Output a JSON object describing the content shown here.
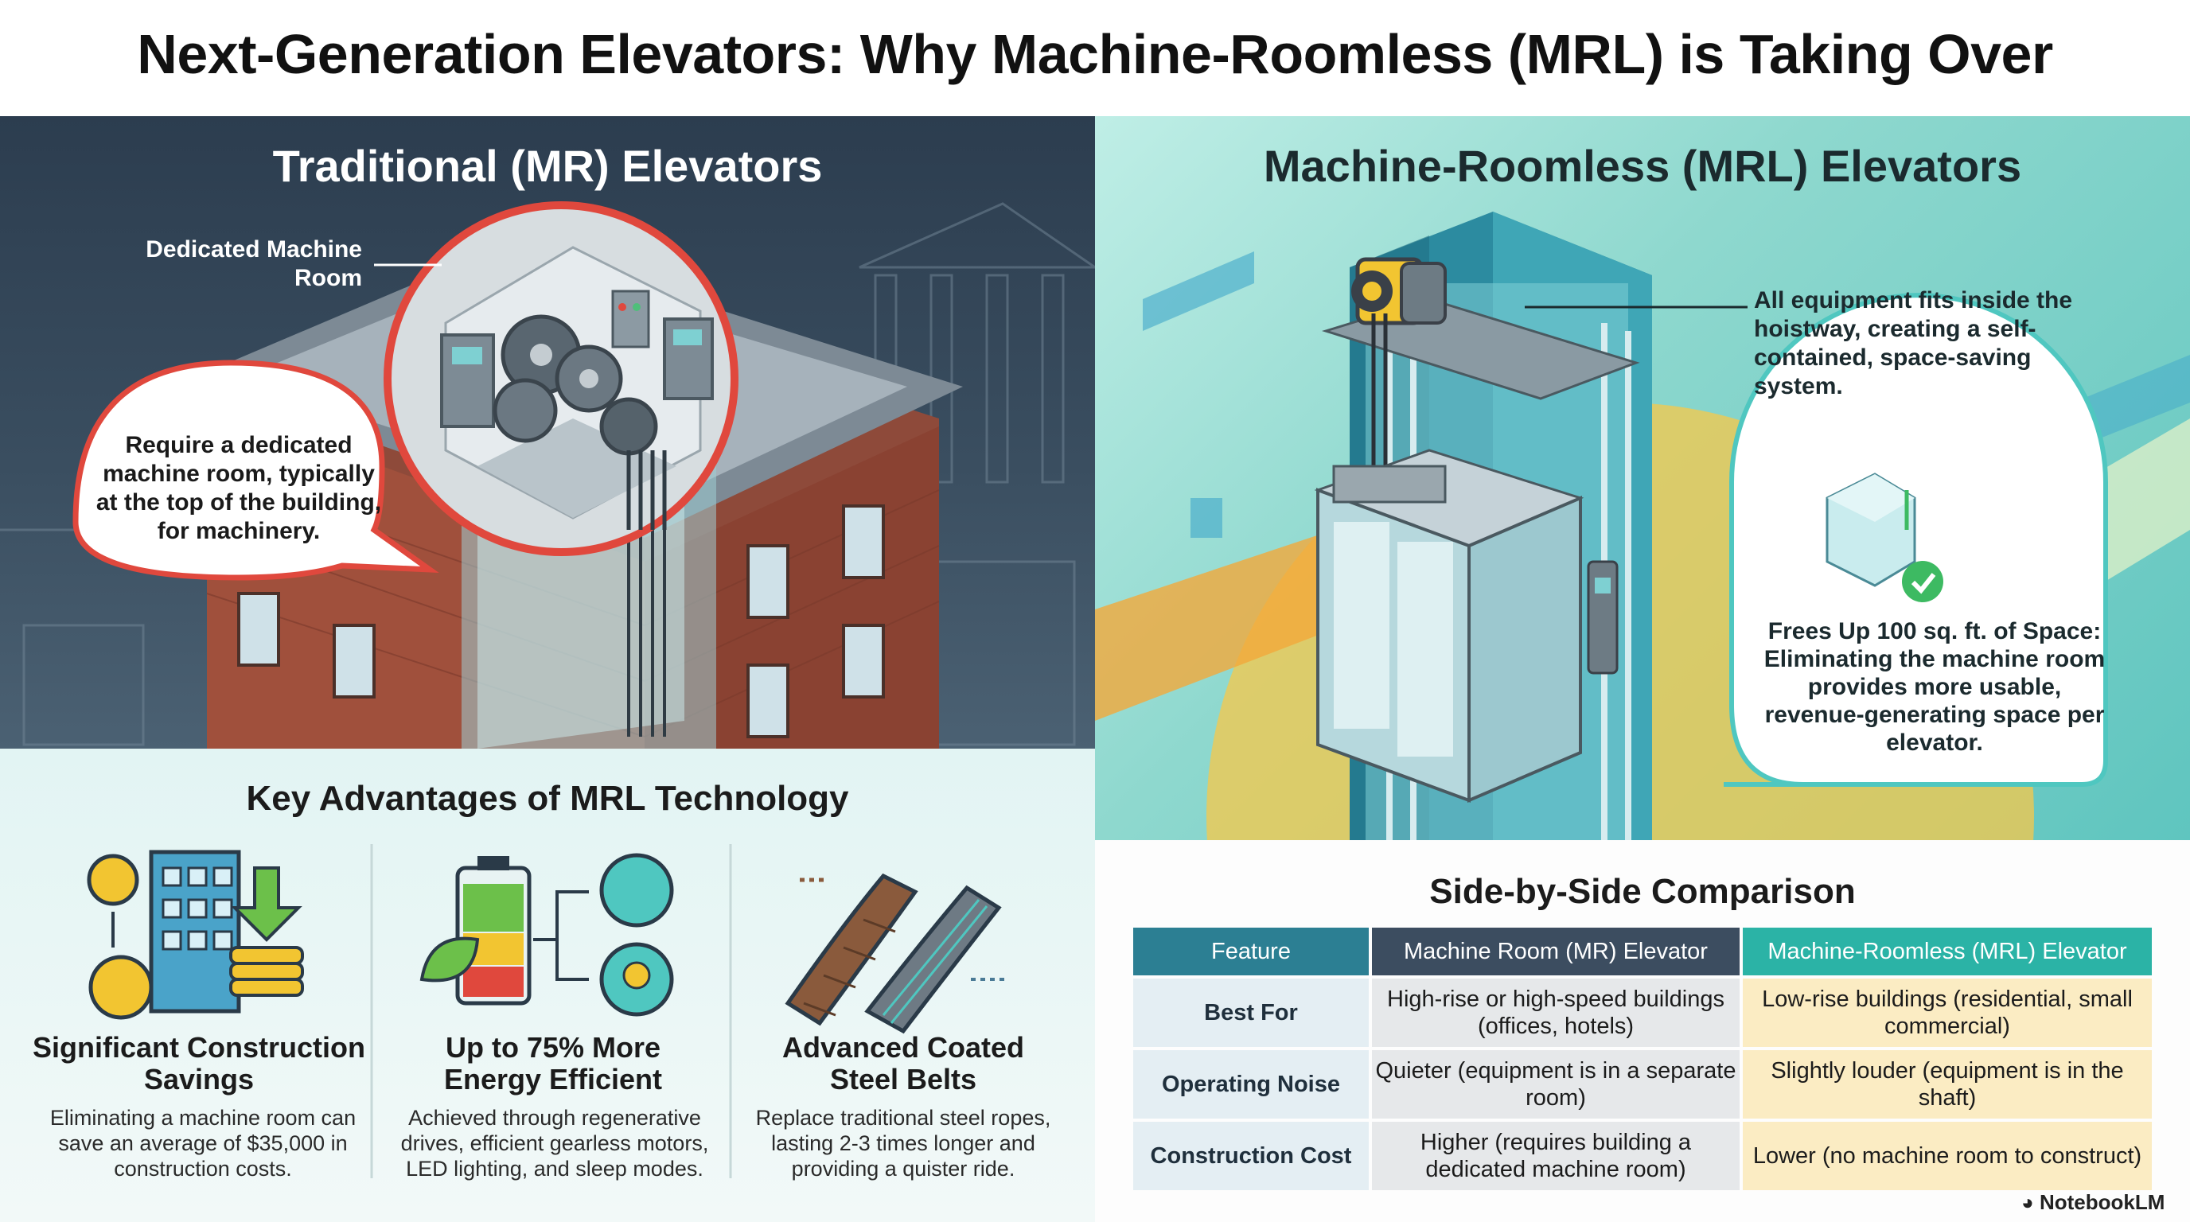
{
  "title": "Next-Generation Elevators: Why Machine-Roomless (MRL) is Taking Over",
  "mr": {
    "heading": "Traditional (MR) Elevators",
    "room_label": "Dedicated Machine Room",
    "bubble": "Require a dedicated machine room, typically at the top of the building, for machinery."
  },
  "mrl": {
    "heading": "Machine-Roomless (MRL) Elevators",
    "fit_text": "All equipment fits inside the hoistway, creating a self-contained, space-saving system.",
    "frees_text": "Frees Up 100 sq. ft. of Space: Eliminating the machine room provides more usable, revenue-generating space per elevator."
  },
  "advantages": {
    "heading": "Key Advantages of MRL Technology",
    "items": [
      {
        "title": "Significant Construction Savings",
        "desc": "Eliminating a machine room can save an average of $35,000 in construction costs."
      },
      {
        "title": "Up to 75% More Energy Efficient",
        "desc": "Achieved through regenerative drives, efficient gearless motors, LED lighting, and sleep modes."
      },
      {
        "title": "Advanced Coated Steel Belts",
        "desc": "Replace traditional steel ropes, lasting 2-3 times longer and providing a quister ride."
      }
    ]
  },
  "comparison": {
    "heading": "Side-by-Side Comparison",
    "headers": [
      "Feature",
      "Machine Room (MR) Elevator",
      "Machine-Roomless (MRL) Elevator"
    ],
    "rows": [
      {
        "feature": "Best For",
        "mr": "High-rise or high-speed buildings (offices, hotels)",
        "mrl": "Low-rise buildings (residential, small commercial)"
      },
      {
        "feature": "Operating Noise",
        "mr": "Quieter (equipment is in a separate room)",
        "mrl": "Slightly louder (equipment is in the shaft)"
      },
      {
        "feature": "Construction Cost",
        "mr": "Higher (requires building a dedicated machine room)",
        "mrl": "Lower (no machine room to construct)"
      }
    ]
  },
  "brand": "NotebookLM",
  "colors": {
    "header_feature": "#2c7f93",
    "header_mr": "#3c4d60",
    "header_mrl": "#2bb3a6",
    "accent_red": "#e0483d"
  }
}
